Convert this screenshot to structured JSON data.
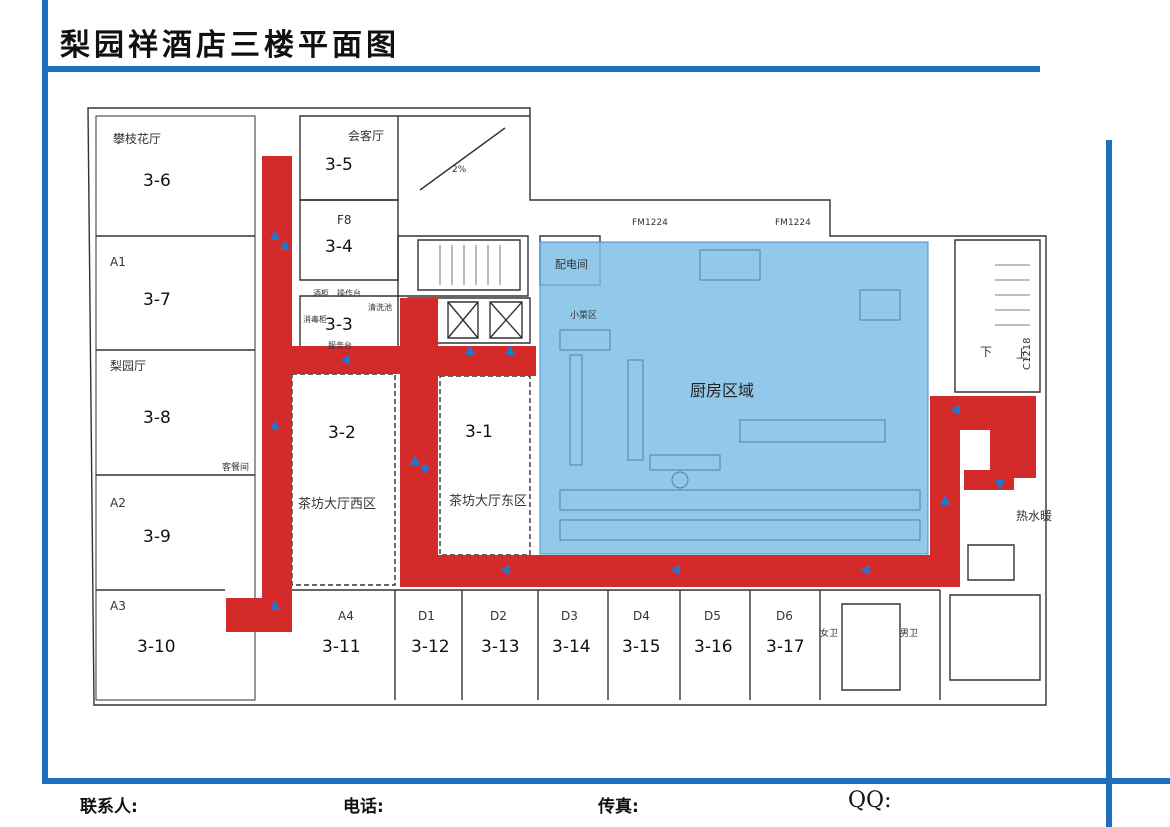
{
  "title": "梨园祥酒店三楼平面图",
  "footer": {
    "contact": "联系人:",
    "phone": "电话:",
    "fax": "传真:",
    "qq": "QQ:"
  },
  "rooms": {
    "r3_1": {
      "label": "3-1",
      "name": "茶坊大厅东区"
    },
    "r3_2": {
      "label": "3-2",
      "name": "茶坊大厅西区"
    },
    "r3_3": {
      "label": "3-3",
      "sublabels": [
        "酒柜",
        "操作台",
        "消毒柜",
        "服务台",
        "清洗池"
      ]
    },
    "r3_4": {
      "label": "3-4",
      "name": "F8"
    },
    "r3_5": {
      "label": "3-5",
      "name": "会客厅"
    },
    "r3_6": {
      "label": "3-6",
      "name": "攀枝花厅"
    },
    "r3_7": {
      "label": "3-7",
      "name": "A1"
    },
    "r3_8": {
      "label": "3-8",
      "name": "梨园厅"
    },
    "r3_9": {
      "label": "3-9",
      "name": "A2"
    },
    "r3_10": {
      "label": "3-10",
      "name": "A3"
    },
    "r3_11": {
      "label": "3-11",
      "name": "A4"
    },
    "r3_12": {
      "label": "3-12",
      "name": "D1"
    },
    "r3_13": {
      "label": "3-13",
      "name": "D2"
    },
    "r3_14": {
      "label": "3-14",
      "name": "D3"
    },
    "r3_15": {
      "label": "3-15",
      "name": "D4"
    },
    "r3_16": {
      "label": "3-16",
      "name": "D5"
    },
    "r3_17": {
      "label": "3-17",
      "name": "D6"
    }
  },
  "kitchen": {
    "label": "厨房区域"
  },
  "small_labels": {
    "elec_room": "配电间",
    "fm1": "FM1224",
    "fm2": "FM1224",
    "guest_room": "客餐间",
    "ramp": "2%",
    "up": "上",
    "down": "下",
    "c1218": "C1218",
    "heater": "热水暖",
    "male_wc": "男卫",
    "female_wc": "女卫",
    "small_dish": "小菜区"
  },
  "colors": {
    "frame": "#1f6fbf",
    "corridor": "#d42a2a",
    "kitchen": "#7fbfe8",
    "arrow": "#2277cc"
  }
}
